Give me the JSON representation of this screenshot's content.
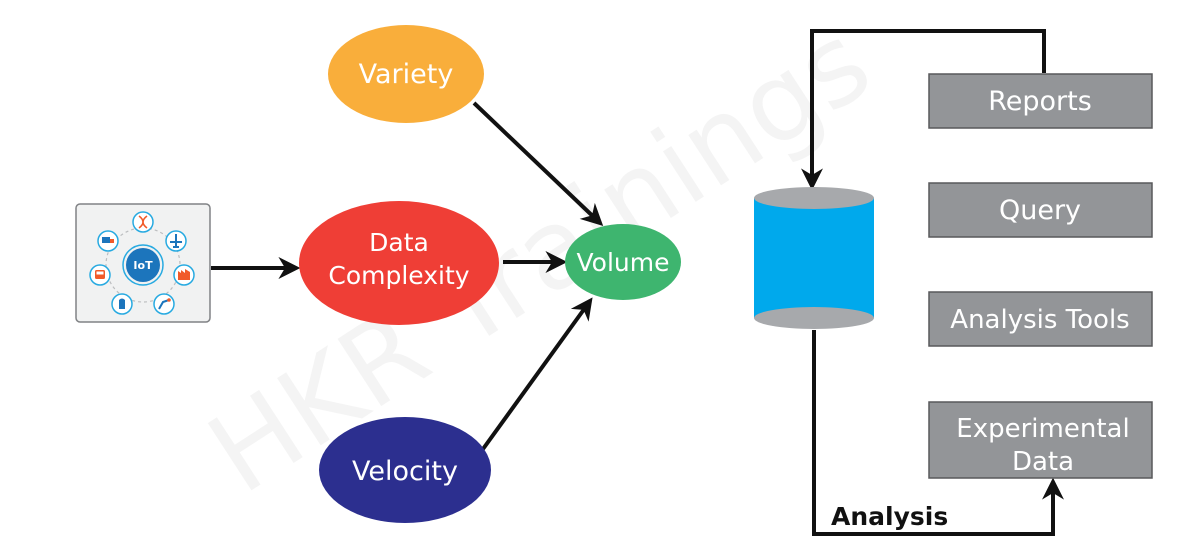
{
  "watermark": "HKR Trainings",
  "iot_hub": {
    "label": "IoT"
  },
  "nodes": {
    "variety": {
      "label": "Variety",
      "color": "#F9AE3B"
    },
    "data_complexity": {
      "line1": "Data",
      "line2": "Complexity",
      "color": "#EF3E36"
    },
    "volume": {
      "label": "Volume",
      "color": "#3EB56F"
    },
    "velocity": {
      "label": "Velocity",
      "color": "#2C2F8F"
    }
  },
  "database": {
    "body_color": "#00A9EC",
    "cap_color": "#A7A9AC"
  },
  "boxes": {
    "reports": {
      "label": "Reports"
    },
    "query": {
      "label": "Query"
    },
    "analysis_tools": {
      "label": "Analysis Tools"
    },
    "experimental_data": {
      "line1": "Experimental",
      "line2": "Data"
    }
  },
  "box_color": "#939598",
  "edge_label": "Analysis"
}
